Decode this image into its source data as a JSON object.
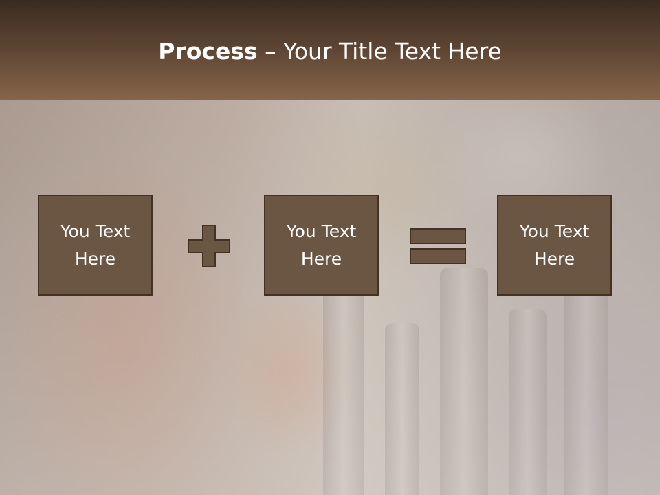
{
  "slide": {
    "title_bold": "Process",
    "title_rest": " – Your Title Text Here"
  },
  "steps": [
    {
      "label": "You Text\nHere"
    },
    {
      "label": "You Text\nHere"
    },
    {
      "label": "You Text\nHere"
    }
  ],
  "operators": {
    "first": "plus",
    "second": "equals"
  },
  "colors": {
    "header_dark": "#3a2b20",
    "header_light": "#866549",
    "card_fill": "#6b5643",
    "card_border": "#433124",
    "text": "#ffffff"
  },
  "icons": {
    "plus": "plus-icon",
    "equals": "equals-icon"
  }
}
